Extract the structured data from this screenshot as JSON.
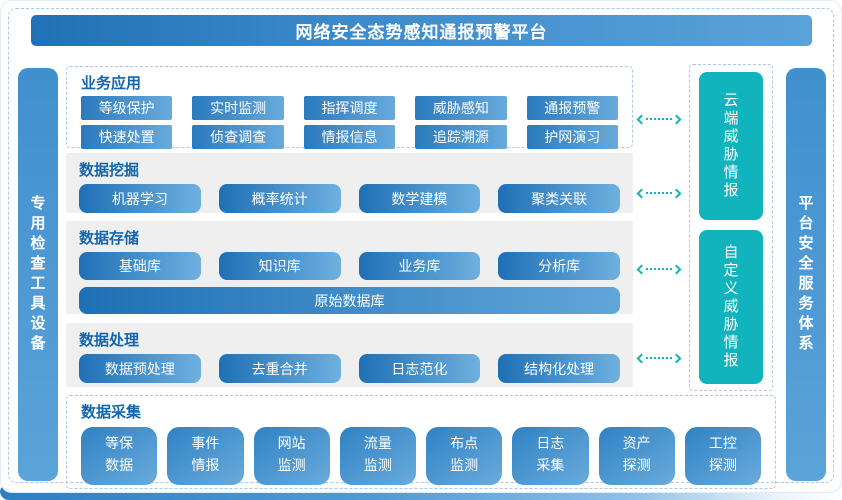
{
  "title": "网络安全态势感知通报预警平台",
  "left_bar": {
    "label": "专用检查工具设备"
  },
  "right_bar": {
    "label": "平台安全服务体系"
  },
  "business": {
    "title": "业务应用",
    "items": [
      "等级保护",
      "实时监测",
      "指挥调度",
      "威胁感知",
      "通报预警",
      "快速处置",
      "侦查调查",
      "情报信息",
      "追踪溯源",
      "护网演习"
    ]
  },
  "mining": {
    "title": "数据挖掘",
    "items": [
      "机器学习",
      "概率统计",
      "数学建模",
      "聚类关联"
    ]
  },
  "storage": {
    "title": "数据存储",
    "items": [
      "基础库",
      "知识库",
      "业务库",
      "分析库"
    ],
    "wide_item": "原始数据库"
  },
  "processing": {
    "title": "数据处理",
    "items": [
      "数据预处理",
      "去重合并",
      "日志范化",
      "结构化处理"
    ]
  },
  "collection": {
    "title": "数据采集",
    "items": [
      {
        "top": "等保",
        "bottom": "数据"
      },
      {
        "top": "事件",
        "bottom": "情报"
      },
      {
        "top": "网站",
        "bottom": "监测"
      },
      {
        "top": "流量",
        "bottom": "监测"
      },
      {
        "top": "布点",
        "bottom": "监测"
      },
      {
        "top": "日志",
        "bottom": "采集"
      },
      {
        "top": "资产",
        "bottom": "探测"
      },
      {
        "top": "工控",
        "bottom": "探测"
      }
    ]
  },
  "intel": {
    "boxes": [
      "云端威胁情报",
      "自定义威胁情报"
    ]
  },
  "colors": {
    "banner_blue_start": "#2171b7",
    "banner_blue_end": "#5aa2da",
    "teal": "#11b3bd",
    "section_title_blue": "#1565ad",
    "gray_panel": "#efefef",
    "dashed_border": "#a9c8e8"
  }
}
